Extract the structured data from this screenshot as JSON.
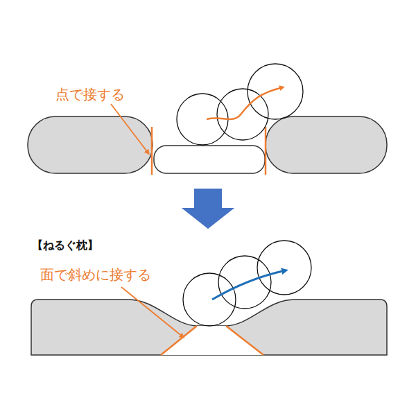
{
  "diagram": {
    "labels": [
      "点で接する",
      "【ねるぐ枕】",
      "面で斜めに接する"
    ]
  }
}
